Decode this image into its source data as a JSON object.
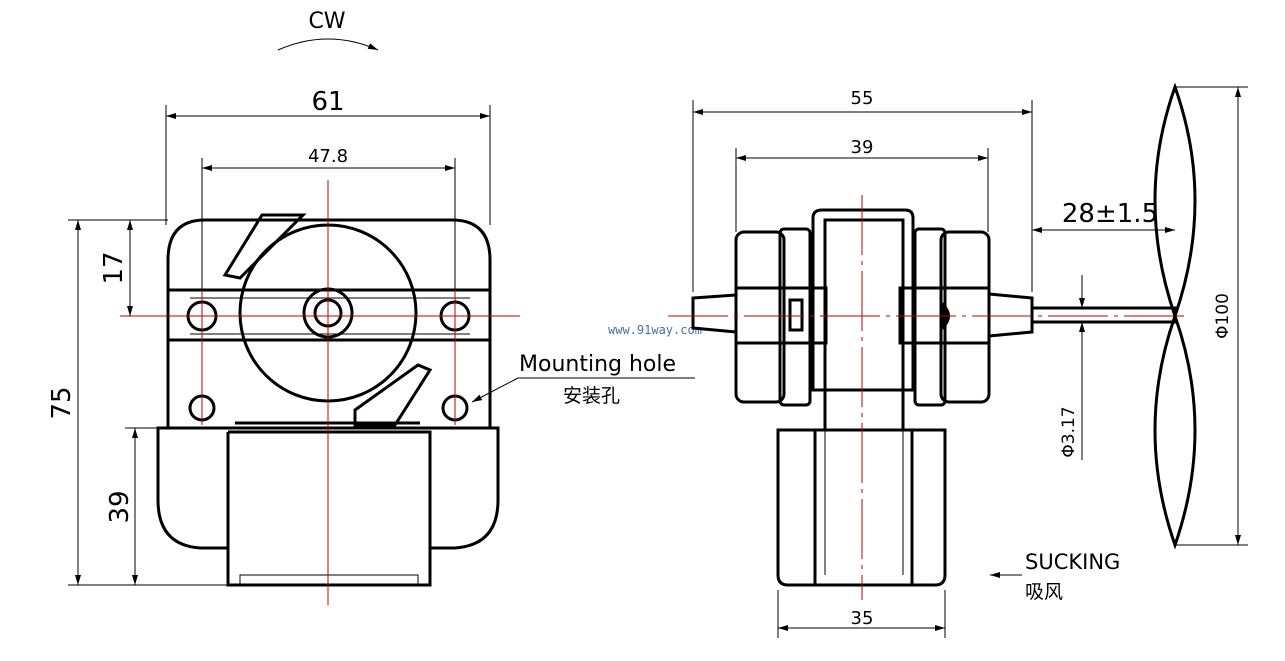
{
  "left_view": {
    "rotation_label": "CW",
    "dim_width": "61",
    "dim_hole_spacing": "47.8",
    "dim_height": "75",
    "dim_top_to_hole": "17",
    "dim_coil_height": "39",
    "mounting_hole_label": "Mounting hole",
    "mounting_hole_label_cn": "安装孔"
  },
  "right_view": {
    "dim_total_length": "55",
    "dim_body_length": "39",
    "dim_shaft_length": "28±1.5",
    "dim_fan_diameter": "Φ100",
    "dim_shaft_diameter": "Φ3.17",
    "dim_coil_width": "35",
    "airflow_label": "SUCKING",
    "airflow_label_cn": "吸风"
  },
  "watermark": "www.91way.com",
  "colors": {
    "line": "#000000",
    "centerline": "#c00000",
    "watermark": "#4a6fa5"
  }
}
